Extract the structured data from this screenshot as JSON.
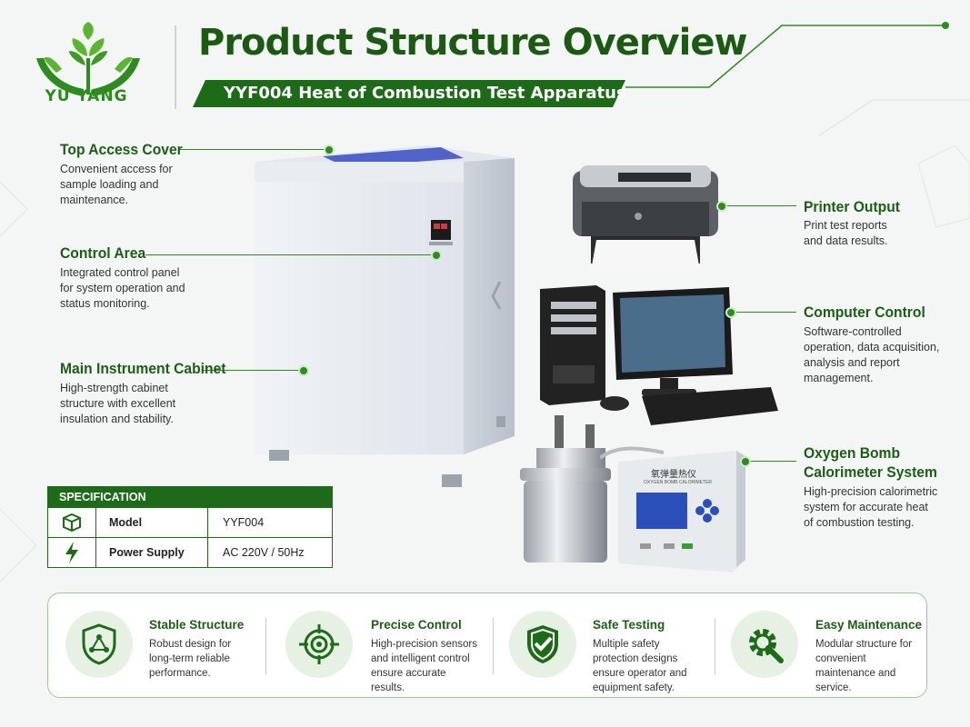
{
  "brand": {
    "name": "YU YANG"
  },
  "header": {
    "title": "Product Structure Overview",
    "subtitle": "YYF004 Heat of Combustion Test Apparatus"
  },
  "callouts": {
    "top_access_cover": {
      "title": "Top Access Cover",
      "desc": "Convenient access for sample loading and maintenance."
    },
    "control_area": {
      "title": "Control Area",
      "desc": "Integrated control panel for system operation and status monitoring."
    },
    "main_cabinet": {
      "title": "Main Instrument Cabinet",
      "desc": "High-strength cabinet structure with excellent insulation and stability."
    },
    "printer_output": {
      "title": "Printer Output",
      "desc": "Print test reports and data results."
    },
    "computer_control": {
      "title": "Computer Control",
      "desc": "Software-controlled operation, data acquisition, analysis and report management."
    },
    "oxygen_bomb_line1": "Oxygen Bomb",
    "oxygen_bomb_line2": "Calorimeter System",
    "oxygen_bomb_desc": "High-precision calorimetric system for accurate heat of combustion testing."
  },
  "device": {
    "panel_label": "氧弹量热仪",
    "panel_sublabel": "OXYGEN BOMB CALORIMETER"
  },
  "spec": {
    "heading": "SPECIFICATION",
    "rows": [
      {
        "key": "Model",
        "value": "YYF004",
        "icon": "cube-icon"
      },
      {
        "key": "Power Supply",
        "value": "AC 220V / 50Hz",
        "icon": "lightning-icon"
      }
    ]
  },
  "features": [
    {
      "title": "Stable Structure",
      "desc": "Robust design for long-term reliable performance.",
      "icon": "shield-network-icon"
    },
    {
      "title": "Precise Control",
      "desc": "High-precision sensors and intelligent control ensure accurate results.",
      "icon": "target-icon"
    },
    {
      "title": "Safe Testing",
      "desc": "Multiple safety protection designs ensure operator and equipment safety.",
      "icon": "shield-check-icon"
    },
    {
      "title": "Easy Maintenance",
      "desc": "Modular structure for convenient maintenance and service.",
      "icon": "gear-wrench-icon"
    }
  ],
  "colors": {
    "brand_green": "#1d6b18",
    "accent_green": "#2e8b1f",
    "background": "#f4f6f5"
  }
}
